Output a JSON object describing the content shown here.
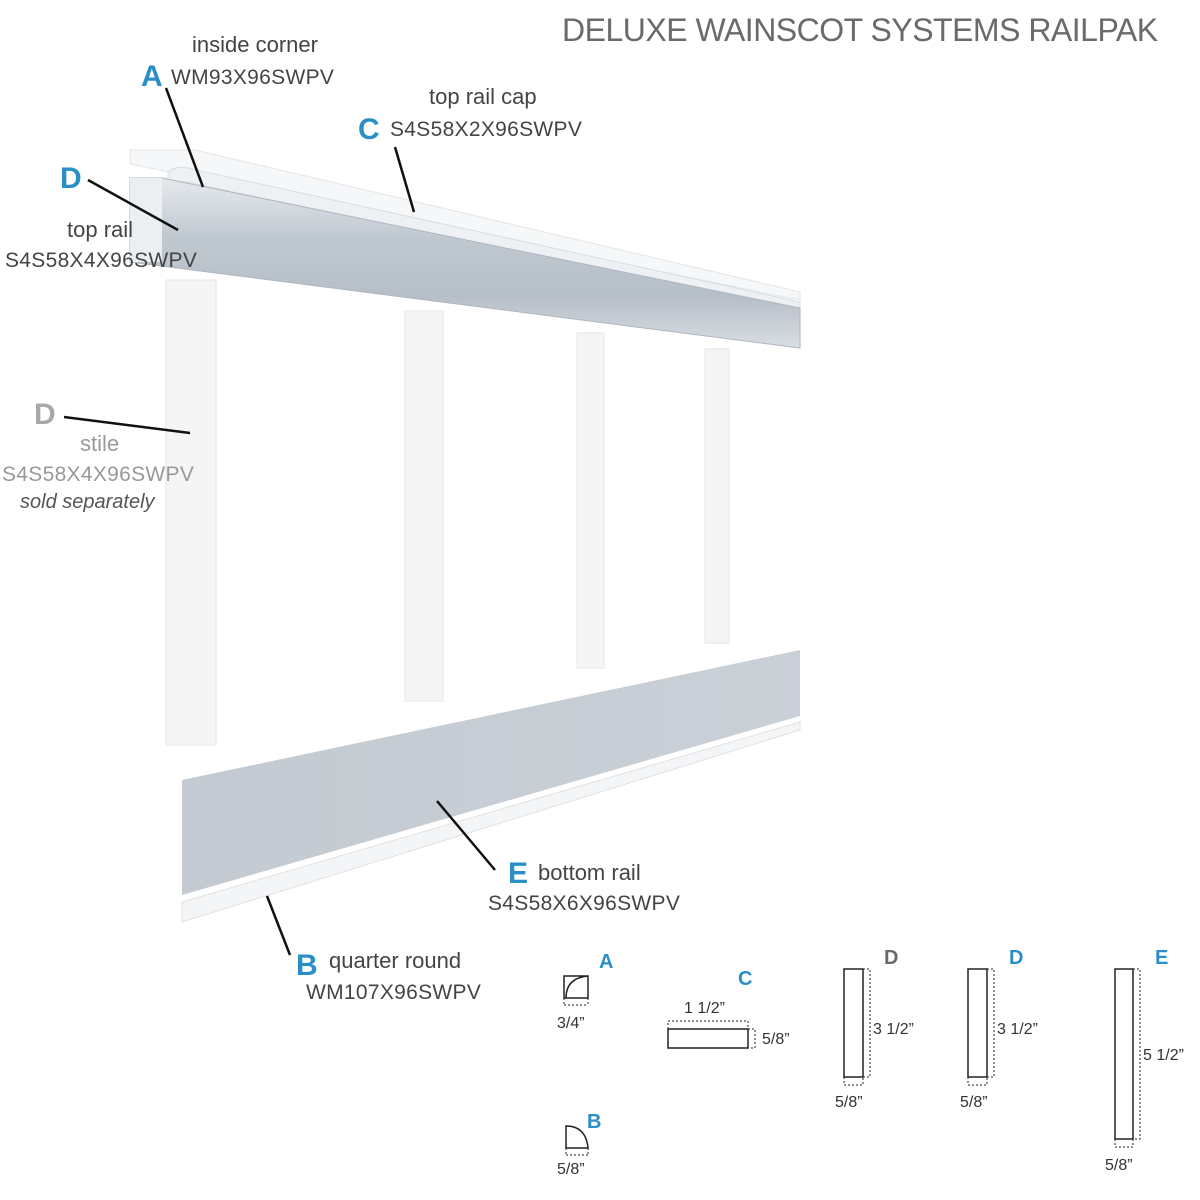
{
  "title": "DELUXE WAINSCOT SYSTEMS RAILPAK",
  "colors": {
    "accent": "#2a8fc7",
    "muted": "#a8a8a8",
    "rail": "#c4cbd3"
  },
  "parts": {
    "inside_corner": {
      "letter": "A",
      "label": "inside corner",
      "code": "WM93X96SWPV"
    },
    "top_rail_cap": {
      "letter": "C",
      "label": "top rail cap",
      "code": "S4S58X2X96SWPV"
    },
    "top_rail": {
      "letter": "D",
      "label": "top rail",
      "code": "S4S58X4X96SWPV"
    },
    "stile": {
      "letter": "D",
      "label": "stile",
      "code": "S4S58X4X96SWPV",
      "note": "sold separately"
    },
    "bottom_rail": {
      "letter": "E",
      "label": "bottom rail",
      "code": "S4S58X6X96SWPV"
    },
    "quarter_round": {
      "letter": "B",
      "label": "quarter round",
      "code": "WM107X96SWPV"
    }
  },
  "profiles": {
    "A": {
      "letter": "A",
      "width": "3/4”"
    },
    "B": {
      "letter": "B",
      "width": "5/8”"
    },
    "C": {
      "letter": "C",
      "width": "1 1/2”",
      "height": "5/8”"
    },
    "D1": {
      "letter": "D",
      "width": "5/8”",
      "height": "3 1/2”"
    },
    "D2": {
      "letter": "D",
      "width": "5/8”",
      "height": "3 1/2”"
    },
    "E": {
      "letter": "E",
      "width": "5/8”",
      "height": "5 1/2”"
    }
  }
}
